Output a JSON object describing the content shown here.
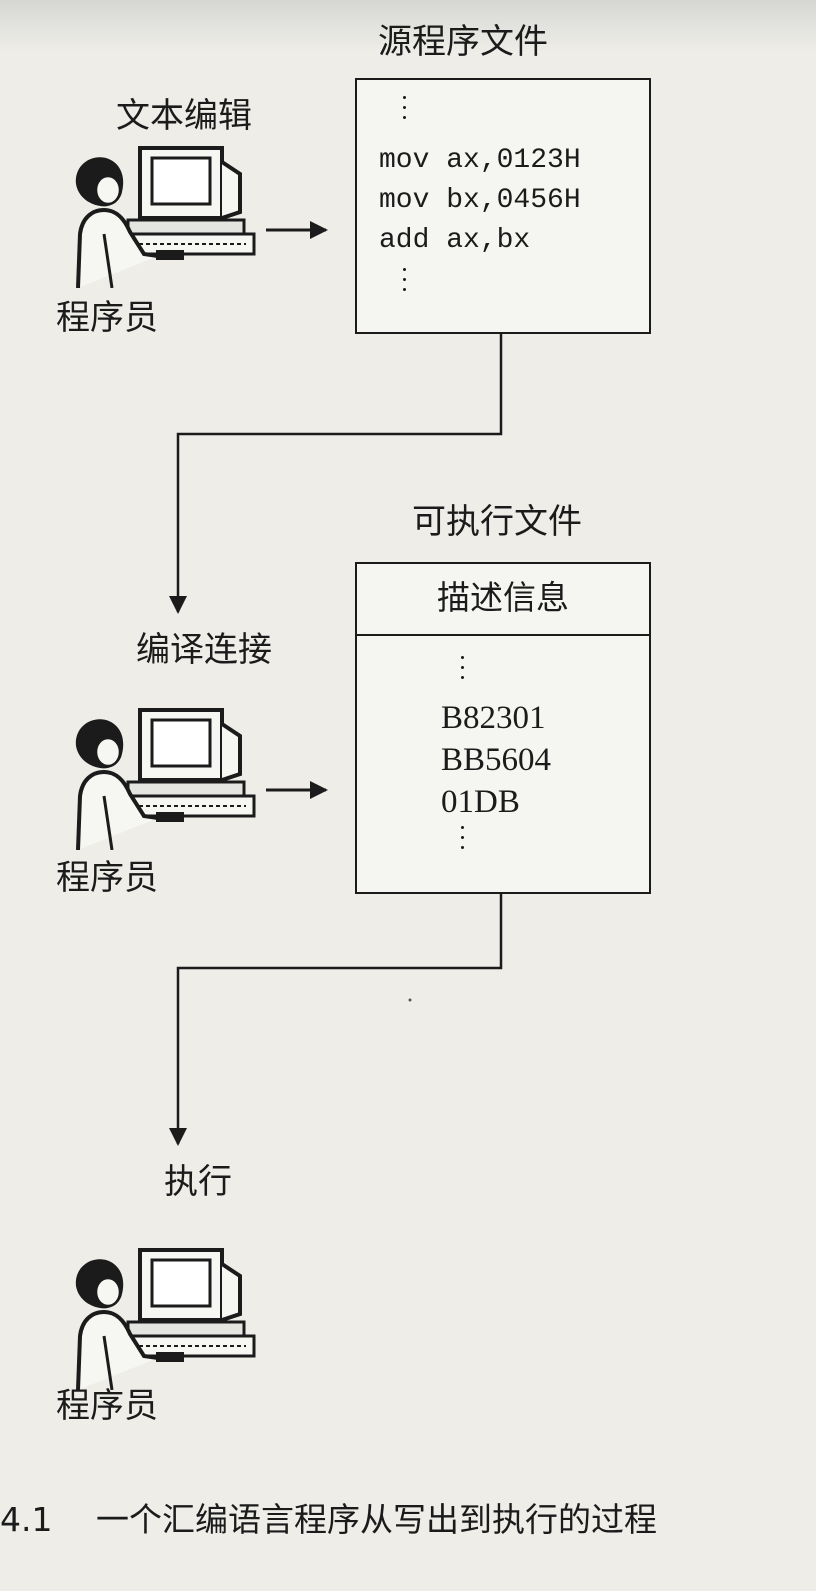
{
  "labels": {
    "text_edit": "文本编辑",
    "compile_link": "编译连接",
    "execute": "执行",
    "programmer": "程序员"
  },
  "source_file": {
    "title": "源程序文件",
    "lines": [
      "mov ax,0123H",
      "mov bx,0456H",
      "add ax,bx"
    ]
  },
  "executable_file": {
    "title": "可执行文件",
    "header": "描述信息",
    "lines": [
      "B82301",
      "BB5604",
      "01DB"
    ]
  },
  "caption": {
    "number": "4.1",
    "text": "一个汇编语言程序从写出到执行的过程"
  },
  "icons": {
    "programmer_at_computer": "programmer-computer-icon",
    "arrow": "arrow-icon"
  }
}
